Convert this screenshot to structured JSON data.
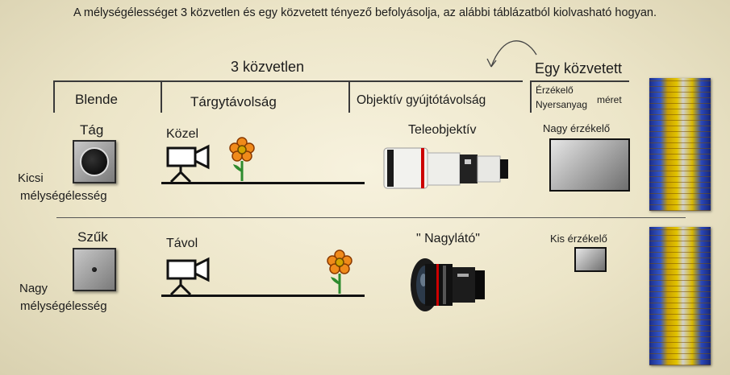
{
  "intro": "A mélységélességet 3 közvetlen és egy közvetett tényező befolyásolja, az alábbi táblázatból kiolvasható hogyan.",
  "headers": {
    "direct": "3 közvetlen",
    "indirect": "Egy közvetett",
    "blende": "Blende",
    "distance": "Tárgytávolság",
    "focal": "Objektív gyújtótávolság",
    "sensor_line1": "Érzékelő",
    "sensor_line2": "Nyersanyag",
    "sensor_suffix": "méret"
  },
  "rows": [
    {
      "label_line1": "Kicsi",
      "label_line2": "mélységélesség",
      "aperture": "Tág",
      "distance": "Közel",
      "lens": "Teleobjektív",
      "sensor": "Nagy érzékelő"
    },
    {
      "label_line1": "Nagy",
      "label_line2": "mélységélesség",
      "aperture": "Szűk",
      "distance": "Távol",
      "lens": "\" Nagylátó\"",
      "sensor": "Kis érzékelő"
    }
  ]
}
